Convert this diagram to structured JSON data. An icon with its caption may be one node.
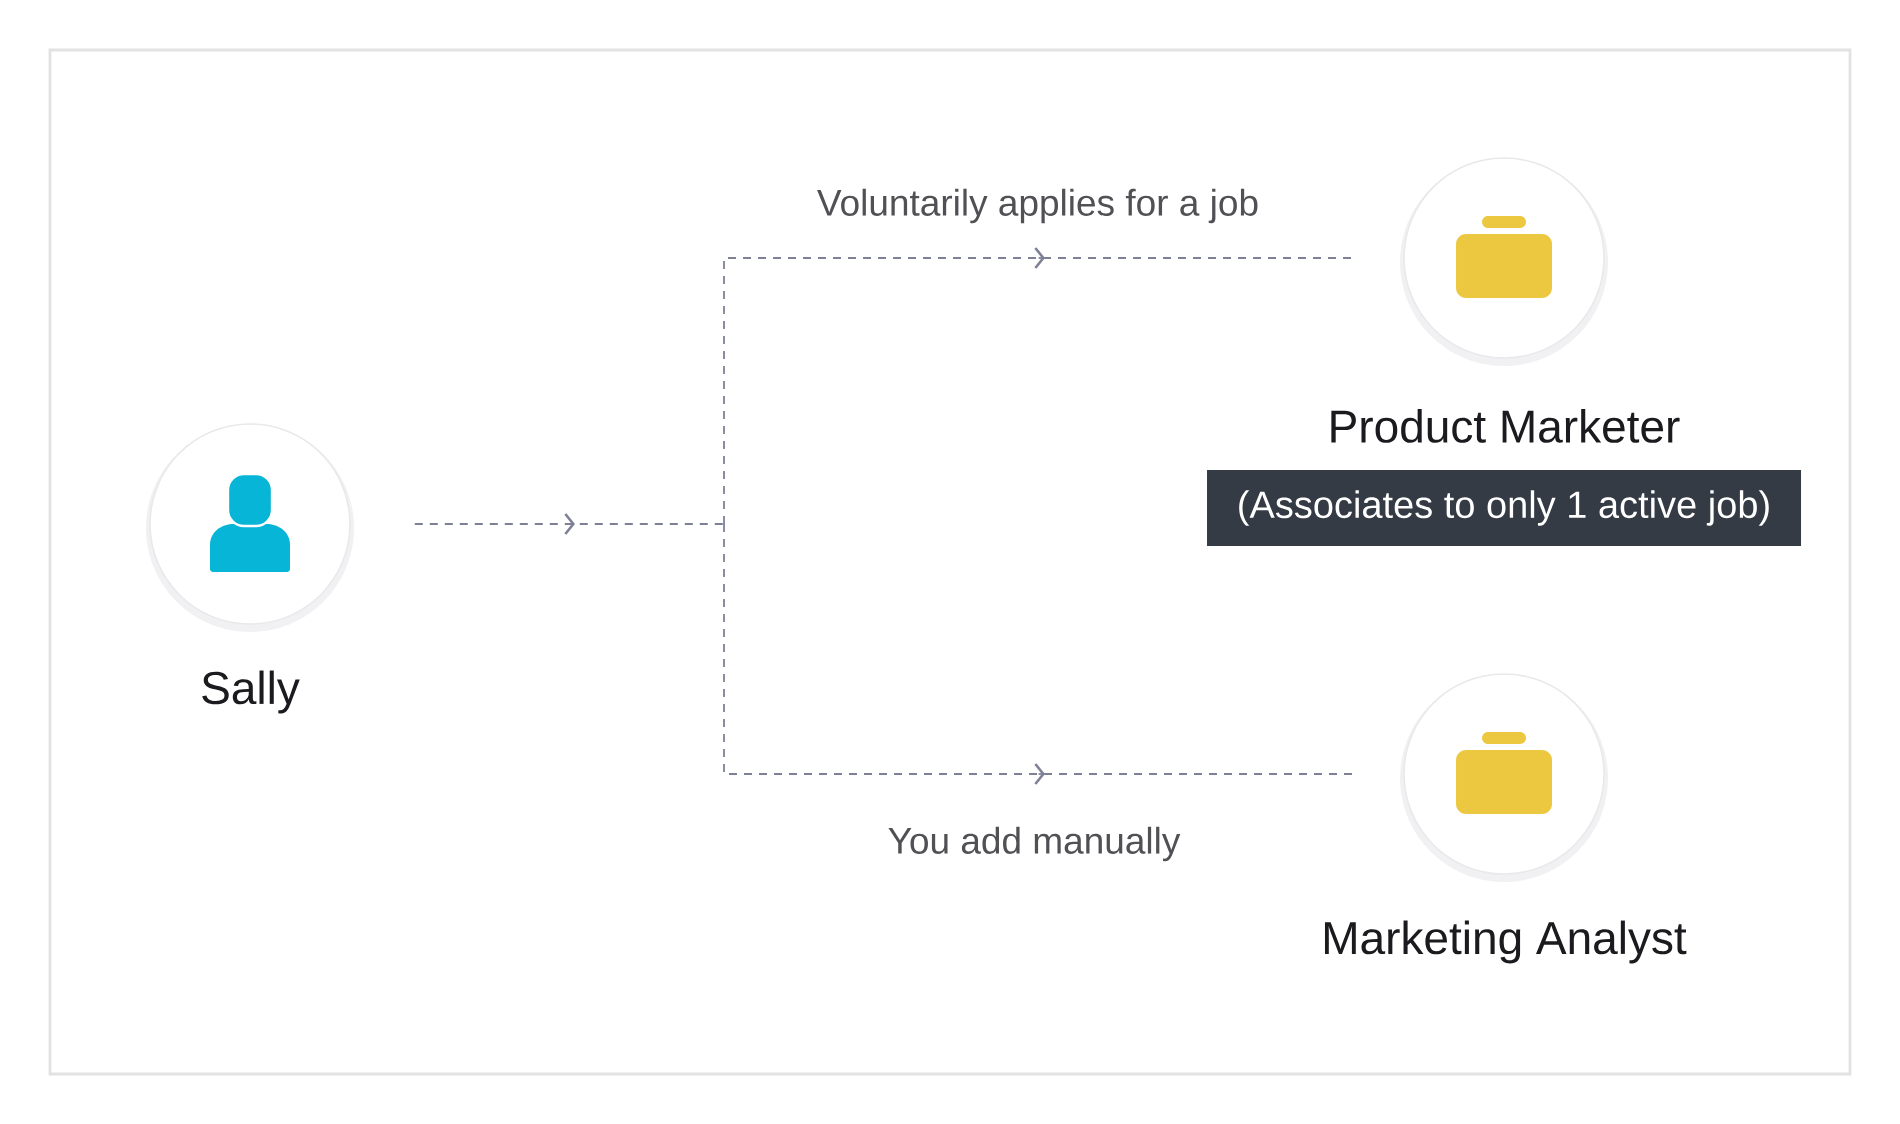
{
  "diagram": {
    "nodes": [
      {
        "text": [
          "Sally"
        ]
      },
      {
        "text": [
          "Product Marketer"
        ]
      },
      {
        "text": [
          "(Associates to only 1 active job)"
        ]
      },
      {
        "text": [
          "Marketing Analyst"
        ]
      }
    ],
    "edges": [
      {
        "from": 0,
        "to": 1,
        "arrow": "to",
        "label": "Voluntarily applies for a job",
        "style": "dashed"
      },
      {
        "from": 0,
        "to": 3,
        "arrow": "to",
        "label": "You add manually",
        "style": "dashed"
      }
    ]
  }
}
